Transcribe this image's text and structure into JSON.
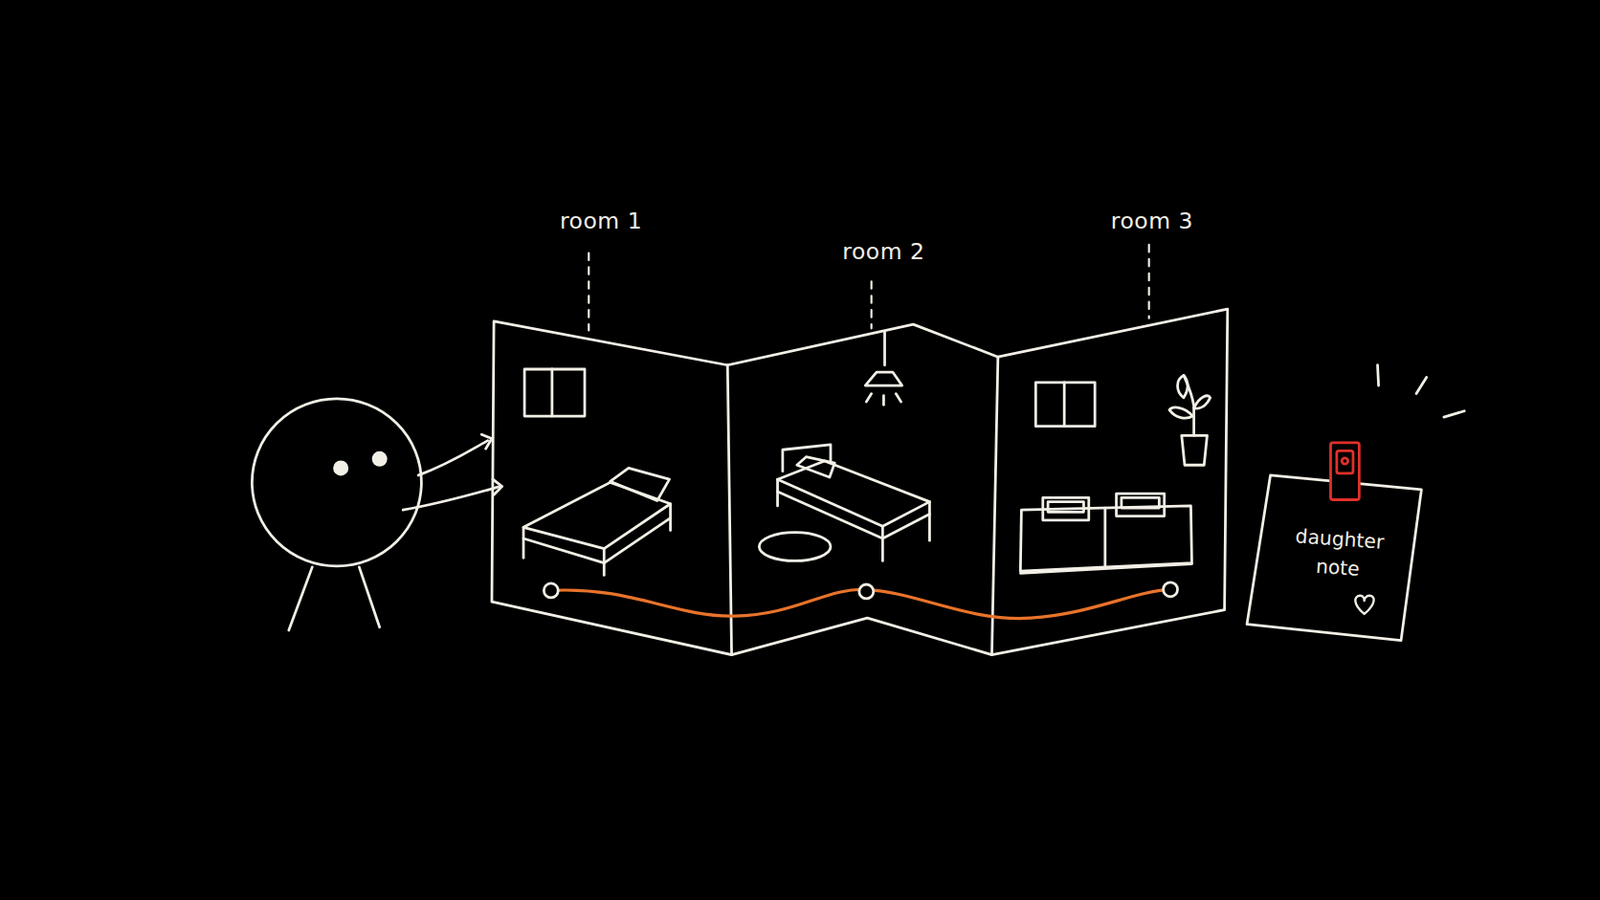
{
  "diagram": {
    "nodes": [
      {
        "text": [
          "daughter note"
        ]
      }
    ],
    "labels": [
      "room 1",
      "room 2",
      "room 3"
    ]
  }
}
